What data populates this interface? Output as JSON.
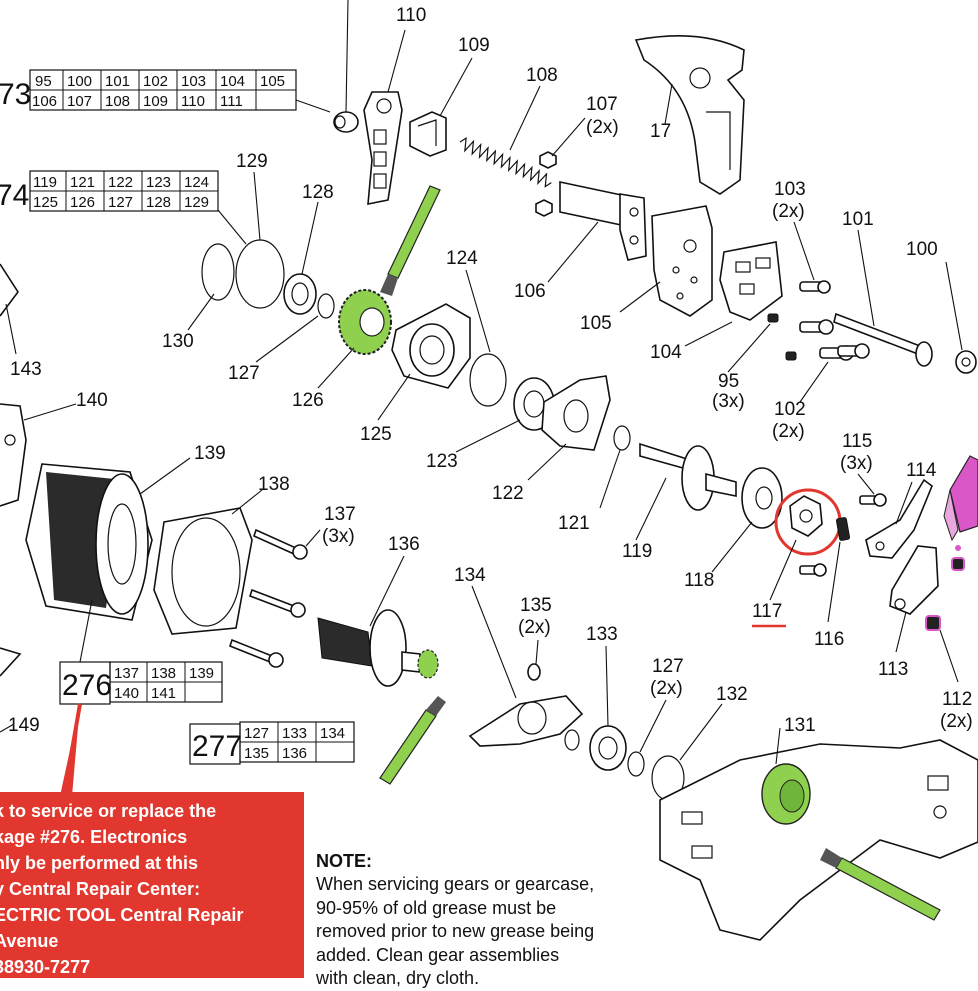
{
  "labels": [
    {
      "text": "110"
    },
    {
      "text": "109"
    },
    {
      "text": "108"
    },
    {
      "text": "107"
    },
    {
      "text": "(2x)"
    },
    {
      "text": "17"
    },
    {
      "text": "129"
    },
    {
      "text": "128"
    },
    {
      "text": "103"
    },
    {
      "text": "(2x)"
    },
    {
      "text": "101"
    },
    {
      "text": "100"
    },
    {
      "text": "124"
    },
    {
      "text": "106"
    },
    {
      "text": "105"
    },
    {
      "text": "130"
    },
    {
      "text": "127"
    },
    {
      "text": "126"
    },
    {
      "text": "143"
    },
    {
      "text": "104"
    },
    {
      "text": "95"
    },
    {
      "text": "(3x)"
    },
    {
      "text": "102"
    },
    {
      "text": "(2x)"
    },
    {
      "text": "140"
    },
    {
      "text": "125"
    },
    {
      "text": "123"
    },
    {
      "text": "139"
    },
    {
      "text": "115"
    },
    {
      "text": "(3x)"
    },
    {
      "text": "114"
    },
    {
      "text": "138"
    },
    {
      "text": "122"
    },
    {
      "text": "137"
    },
    {
      "text": "(3x)"
    },
    {
      "text": "136"
    },
    {
      "text": "121"
    },
    {
      "text": "119"
    },
    {
      "text": "118"
    },
    {
      "text": "134"
    },
    {
      "text": "135"
    },
    {
      "text": "(2x)"
    },
    {
      "text": "133"
    },
    {
      "text": "117"
    },
    {
      "text": "116"
    },
    {
      "text": "113"
    },
    {
      "text": "127"
    },
    {
      "text": "(2x)"
    },
    {
      "text": "132"
    },
    {
      "text": "112"
    },
    {
      "text": "(2x)"
    },
    {
      "text": "131"
    },
    {
      "text": "149"
    }
  ],
  "kits": [
    {
      "id": "273",
      "display": "73",
      "row1": [
        "95",
        "100",
        "101",
        "102",
        "103",
        "104",
        "105"
      ],
      "row2": [
        "106",
        "107",
        "108",
        "109",
        "110",
        "111",
        ""
      ]
    },
    {
      "id": "274",
      "display": "74",
      "row1": [
        "119",
        "121",
        "122",
        "123",
        "124"
      ],
      "row2": [
        "125",
        "126",
        "127",
        "128",
        "129"
      ]
    },
    {
      "id": "276",
      "display": "276",
      "row1": [
        "137",
        "138",
        "139"
      ],
      "row2": [
        "140",
        "141",
        ""
      ]
    },
    {
      "id": "277",
      "display": "277",
      "row1": [
        "127",
        "133",
        "134"
      ],
      "row2": [
        "135",
        "136",
        ""
      ]
    }
  ],
  "warning": {
    "lines": [
      "k to service or replace the",
      "kage #276. Electronics",
      "nly be performed at this",
      "y Central Repair Center:",
      "ECTRIC TOOL Central Repair",
      "Avenue",
      " 38930-7277"
    ]
  },
  "note": {
    "title": "NOTE:",
    "lines": [
      "When servicing gears or gearcase,",
      "90-95% of old grease must be",
      "removed prior to new grease being",
      "added. Clean gear assemblies",
      "with clean, dry cloth."
    ]
  },
  "colors": {
    "warning_bg": "#e1372e",
    "grease_green": "#8fd14f",
    "highlight_red": "#e1372e",
    "threadlock_pink": "#d957c6"
  },
  "highlight": {
    "part": "117"
  }
}
